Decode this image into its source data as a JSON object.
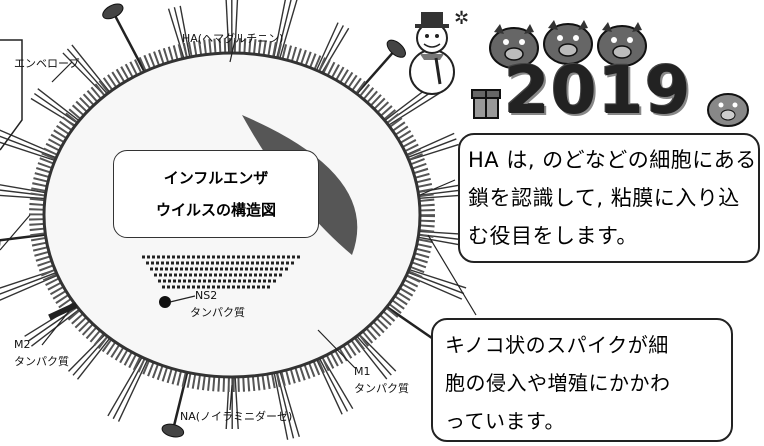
{
  "labels": {
    "ha": "HA(ヘマグルチニン)",
    "envelope": "エンベロープ",
    "ns2": "NS2",
    "ns2_protein": "タンパク質",
    "m2": "M2",
    "m2_protein": "タンパク質",
    "m1": "M1",
    "m1_protein": "タンパク質",
    "na": "NA(ノイラミニダーゼ)"
  },
  "center_box": {
    "line1": "インフルエンザ",
    "line2": "ウイルスの構造図"
  },
  "ha_callout": {
    "line1": "HA は, のどなどの細胞にある",
    "line2": "鎖を認識して, 粘膜に入り込",
    "line3": "む役目をします。"
  },
  "spike_callout": {
    "line1": "キノコ状のスパイクが細",
    "line2": "胞の侵入や増殖にかかわ",
    "line3": "っています。"
  },
  "year": "2019",
  "colors": {
    "ink": "#111111",
    "membrane": "#4a4a4a",
    "background": "#ffffff"
  },
  "icons": [
    "snowman-icon",
    "boar-icon",
    "boar-icon",
    "boar-icon",
    "boar-piglet-icon",
    "gift-icon"
  ]
}
